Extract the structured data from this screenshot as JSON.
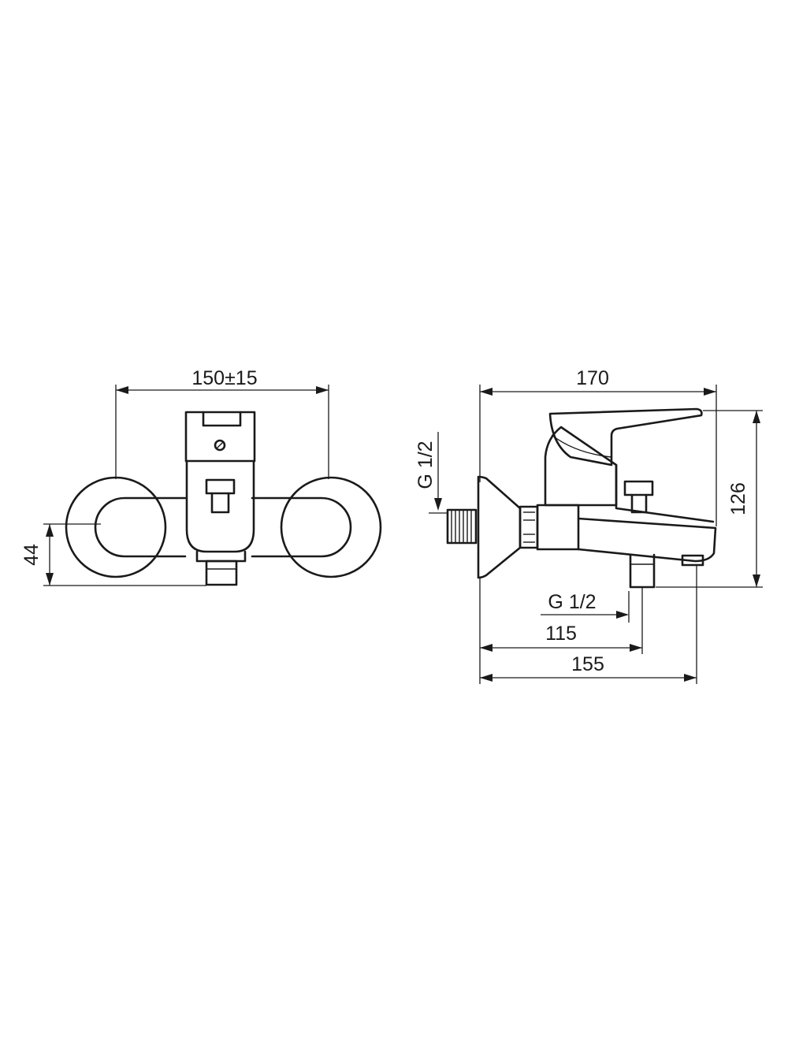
{
  "front_view": {
    "width_label": "150±15",
    "depth_label": "44"
  },
  "side_view": {
    "length_label": "170",
    "height_label": "126",
    "inlet_thread_label": "G 1/2",
    "outlet_thread_label": "G 1/2",
    "outlet_distance_label": "115",
    "spout_distance_label": "155"
  }
}
